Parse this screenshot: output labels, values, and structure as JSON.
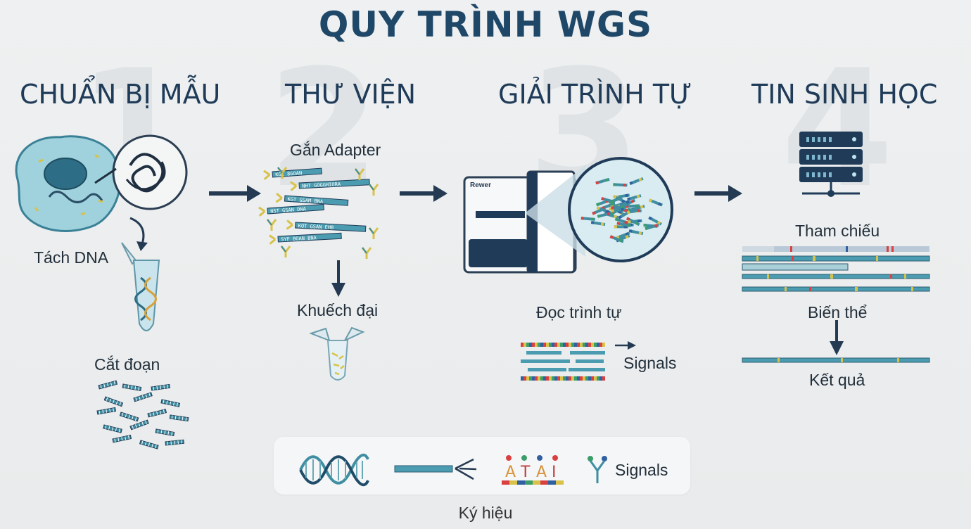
{
  "title": "QUY TRÌNH WGS",
  "stages": [
    {
      "label": "CHUẨN BỊ MẪU"
    },
    {
      "label": "THƯ VIỆN"
    },
    {
      "label": "GIẢI TRÌNH TỰ"
    },
    {
      "label": "TIN SINH HỌC"
    }
  ],
  "labels": {
    "extract_dna": "Tách DNA",
    "fragmentation": "Cắt đoạn",
    "adapter_ligation": "Gắn Adapter",
    "amplification": "Khuếch đại",
    "sequencer_brand": "Rewer",
    "sequencing_read": "Đọc trình tự",
    "signals": "Signals",
    "reference": "Tham chiếu",
    "variants": "Biến thể",
    "result": "Kết quả"
  },
  "library_fragments": [
    "KGI 8GOAN",
    "NHT GOGGHIORA",
    "KGT GSAM BNA",
    "NST GSAN DNA",
    "KOT GSAN EHB",
    "SYF BOAN BNA"
  ],
  "legend": {
    "base_letters": [
      "A",
      "T",
      "A",
      "I"
    ],
    "signals_label": "Signals",
    "caption": "Ký hiệu"
  },
  "colors": {
    "primary": "#1f4868",
    "teal": "#3f95a8",
    "cell_fill": "#9fd2dc",
    "arrow": "#243a52",
    "adapter_yellow": "#d8c24a",
    "variant_red": "#d94040"
  }
}
